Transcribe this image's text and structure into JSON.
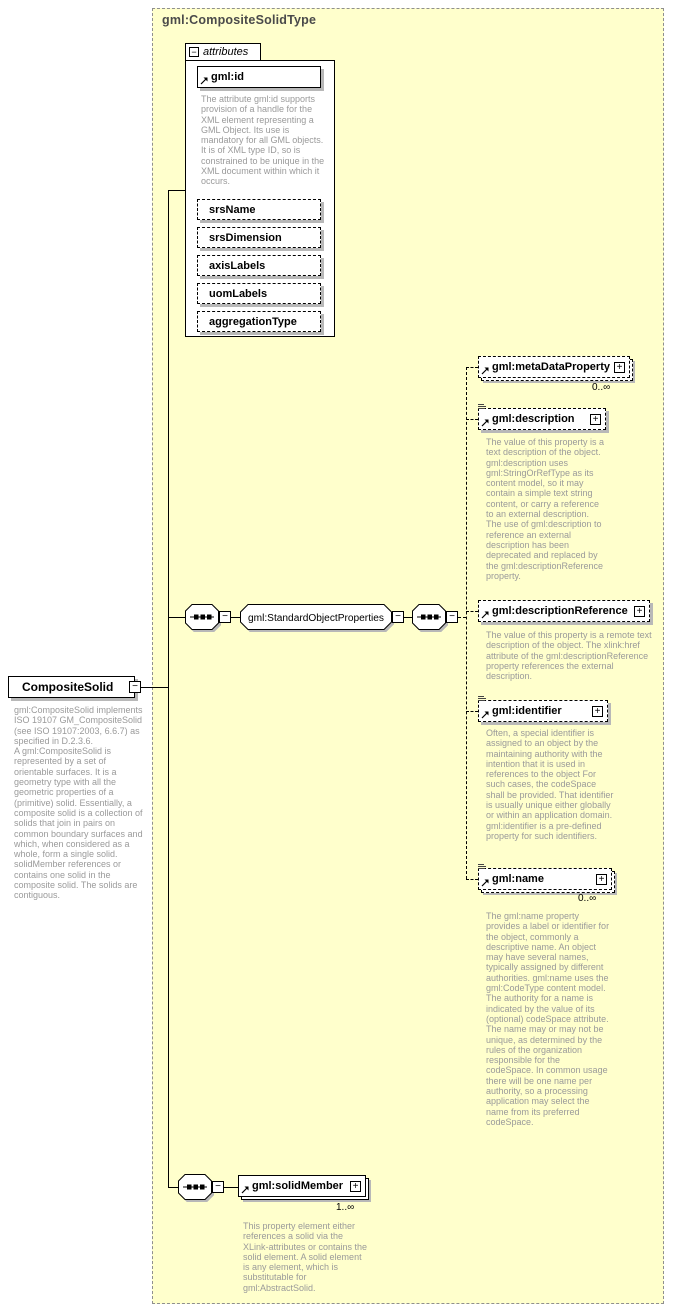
{
  "title": "gml:CompositeSolidType",
  "symbols": {
    "collapse": "−",
    "expand": "+"
  },
  "attributes": {
    "label": "attributes",
    "id_attr": {
      "label": "gml:id",
      "doc": "The attribute gml:id supports provision of a handle for the XML element representing a GML Object. Its use is mandatory for all GML objects. It is of XML type ID, so is constrained to be unique in the XML document within which it occurs."
    },
    "optional": [
      "srsName",
      "srsDimension",
      "axisLabels",
      "uomLabels",
      "aggregationType"
    ]
  },
  "root": {
    "label": "CompositeSolid",
    "doc": "gml:CompositeSolid implements ISO 19107 GM_CompositeSolid (see ISO 19107:2003, 6.6.7) as specified in D.2.3.6.\nA gml:CompositeSolid is represented by a set of orientable surfaces. It is a geometry type with all the geometric properties of a (primitive) solid. Essentially, a composite solid is a collection of solids that join in pairs on common boundary surfaces and which, when considered as a whole, form a single solid.\nsolidMember references or contains one solid in the composite solid. The solids are contiguous."
  },
  "group": {
    "label": "gml:StandardObjectProperties"
  },
  "elements": {
    "metaDataProperty": {
      "label": "gml:metaDataProperty",
      "cardinality": "0..∞"
    },
    "description": {
      "label": "gml:description",
      "doc": "The value of this property is a text description of the object. gml:description uses gml:StringOrRefType as its content model, so it may contain a simple text string content, or carry a reference to an external description.\nThe use of gml:description to reference an external description has been deprecated and replaced by the gml:descriptionReference property."
    },
    "descriptionReference": {
      "label": "gml:descriptionReference",
      "doc": "The value of this property is a remote text description of the object. The xlink:href attribute of the gml:descriptionReference property references the external description."
    },
    "identifier": {
      "label": "gml:identifier",
      "doc": "Often, a special identifier is assigned to an object by the maintaining authority with the intention that it is used in references to the object For such cases, the codeSpace shall be provided. That identifier is usually unique either globally or within an application domain. gml:identifier is a pre-defined property for such identifiers."
    },
    "name": {
      "label": "gml:name",
      "cardinality": "0..∞",
      "doc": "The gml:name property provides a label or identifier for the object, commonly a descriptive name. An object may have several names, typically assigned by different authorities. gml:name uses the gml:CodeType content model.  The authority for a name is indicated by the value of its (optional) codeSpace attribute.  The name may or may not be unique, as determined by the rules of the organization responsible for the codeSpace.  In common usage there will be one name per authority, so a processing application may select the name from its preferred codeSpace."
    },
    "solidMember": {
      "label": "gml:solidMember",
      "cardinality": "1..∞",
      "doc": "This property element either references a solid via the XLink-attributes or contains the solid element. A solid element is any element, which is substitutable for gml:AbstractSolid."
    }
  }
}
